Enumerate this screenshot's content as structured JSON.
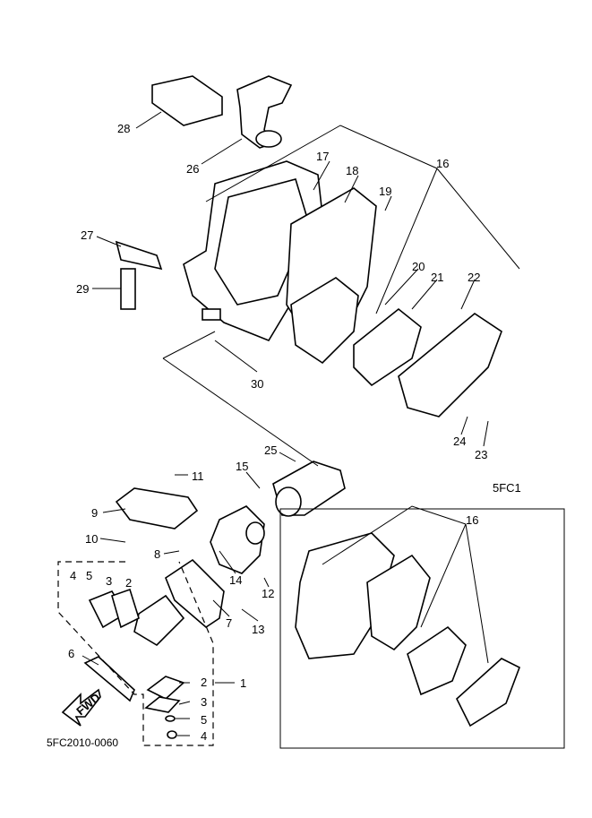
{
  "diagram": {
    "drawing_code": "5FC2010-0060",
    "inset_label": "5FC1",
    "fwd_label": "FWD",
    "callouts": [
      "28",
      "26",
      "17",
      "18",
      "16",
      "19",
      "27",
      "29",
      "20",
      "21",
      "22",
      "30",
      "24",
      "23",
      "25",
      "11",
      "15",
      "9",
      "10",
      "8",
      "14",
      "12",
      "13",
      "7",
      "4",
      "5",
      "3",
      "2",
      "6",
      "2",
      "3",
      "5",
      "4",
      "1",
      "16"
    ]
  }
}
